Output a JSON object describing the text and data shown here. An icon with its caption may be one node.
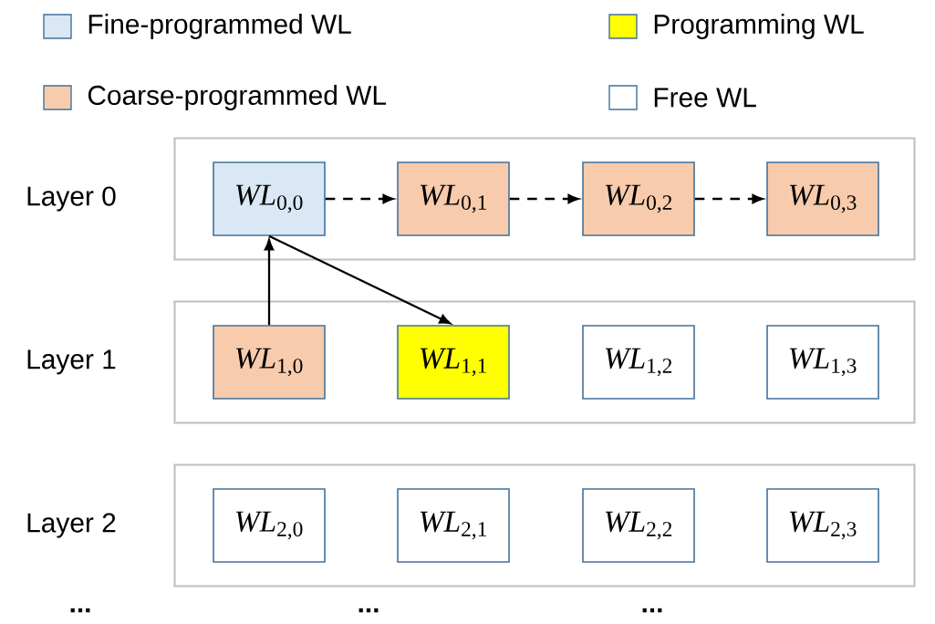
{
  "diagram": {
    "nodes": [
      {
        "text": [
          "Layer 0"
        ]
      },
      {
        "text": [
          "*WL*$_{0,0}$"
        ],
        "in": 0
      },
      {
        "text": [
          "*WL*$_{0,1}$"
        ],
        "in": 0
      },
      {
        "text": [
          "*WL*$_{0,2}$"
        ],
        "in": 0
      },
      {
        "text": [
          "*WL*$_{0,3}$"
        ],
        "in": 0
      },
      {
        "text": [
          "Layer 1"
        ]
      },
      {
        "text": [
          "*WL*$_{1,0}$"
        ],
        "in": 5
      },
      {
        "text": [
          "*WL*$_{1,1}$"
        ],
        "in": 5
      },
      {
        "text": [
          "*WL*$_{1,2}$"
        ],
        "in": 5
      },
      {
        "text": [
          "*WL*$_{1,3}$"
        ],
        "in": 5
      },
      {
        "text": [
          "Layer 2"
        ]
      },
      {
        "text": [
          "*WL*$_{2,0}$"
        ],
        "in": 10
      },
      {
        "text": [
          "*WL*$_{2,1}$"
        ],
        "in": 10
      },
      {
        "text": [
          "*WL*$_{2,2}$"
        ],
        "in": 10
      },
      {
        "text": [
          "*WL*$_{2,3}$"
        ],
        "in": 10
      }
    ],
    "edges": [
      {
        "from": 1,
        "to": 2,
        "arrow": "to",
        "style": "dashed"
      },
      {
        "from": 2,
        "to": 3,
        "arrow": "to",
        "style": "dashed"
      },
      {
        "from": 3,
        "to": 4,
        "arrow": "to",
        "style": "dashed"
      },
      {
        "from": 6,
        "to": 1,
        "arrow": "to"
      },
      {
        "from": 1,
        "to": 7,
        "arrow": "to"
      }
    ],
    "labels": [
      "...",
      "...",
      "..."
    ],
    "legend": [
      {
        "text": "Fine-programmed WL",
        "color": "#dae8f5"
      },
      {
        "text": "Programming WL",
        "color": "#ffff00"
      },
      {
        "text": "Coarse-programmed WL",
        "color": "#f8cbad"
      },
      {
        "text": "Free WL"
      }
    ]
  }
}
